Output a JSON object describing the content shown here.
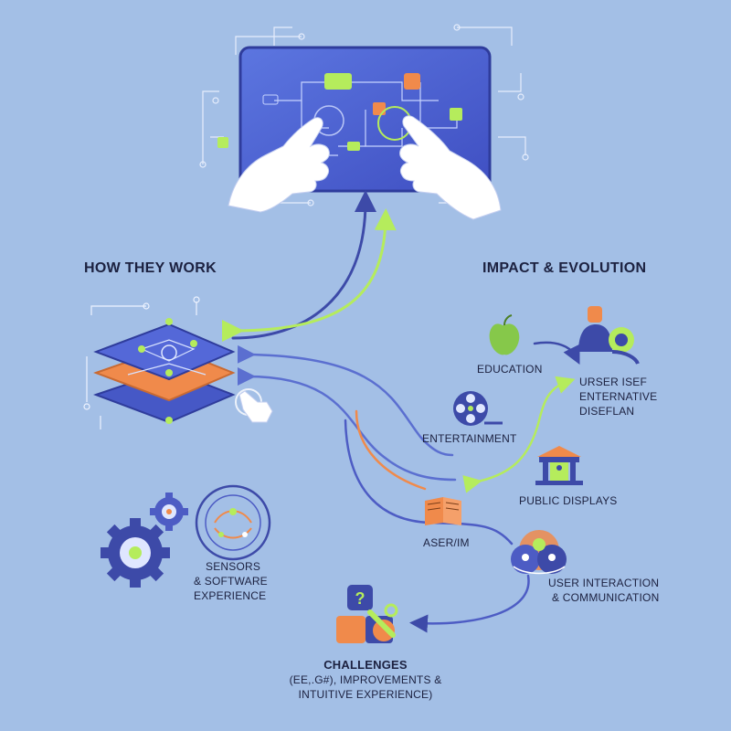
{
  "sections": {
    "how_they_work": "HOW THEY WORK",
    "impact": "IMPACT & EVOLUTION"
  },
  "labels": {
    "education": "EDUCATION",
    "user_interface_1": "URSER ISEF",
    "user_interface_2": "ENTERNATIVE",
    "user_interface_3": "DISEFLAN",
    "entertainment": "ENTERTAINMENT",
    "public_displays": "PUBLIC DISPLAYS",
    "aser_im": "ASER/IM",
    "sensors_1": "SENSORS",
    "sensors_2": "& SOFTWARE",
    "sensors_3": "EXPERIENCE",
    "user_interaction_1": "USER INTERACTION",
    "user_interaction_2": "& COMMUNICATION",
    "challenges": "CHALLENGES",
    "challenges_sub_1": "(EE,.G#), IMPROVEMENTS &",
    "challenges_sub_2": "INTUITIVE EXPERIENCE)"
  },
  "colors": {
    "background": "#a3bfe6",
    "navy": "#3d4aa8",
    "lime": "#b5ec5c",
    "orange": "#f08a4b",
    "screen": "#4f66d6"
  }
}
